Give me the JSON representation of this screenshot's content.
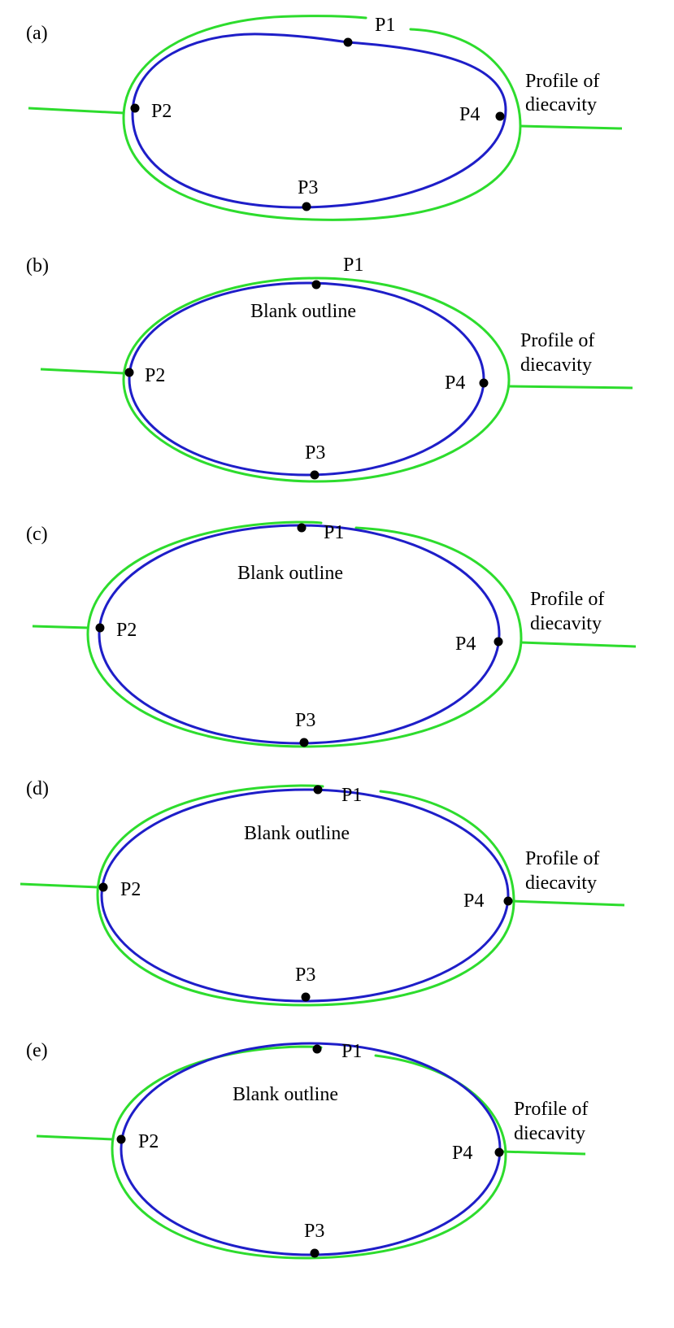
{
  "colors": {
    "die_profile": "#2ddc2d",
    "blank_outline": "#1e1ec8",
    "point": "#000000",
    "text": "#000000"
  },
  "panels": [
    {
      "id": "a",
      "label": "(a)",
      "blank_label": "",
      "profile_label": [
        "Profile of",
        "diecavity"
      ],
      "points": [
        "P1",
        "P2",
        "P3",
        "P4"
      ]
    },
    {
      "id": "b",
      "label": "(b)",
      "blank_label": "Blank outline",
      "profile_label": [
        "Profile of",
        "diecavity"
      ],
      "points": [
        "P1",
        "P2",
        "P3",
        "P4"
      ]
    },
    {
      "id": "c",
      "label": "(c)",
      "blank_label": "Blank outline",
      "profile_label": [
        "Profile of",
        "diecavity"
      ],
      "points": [
        "P1",
        "P2",
        "P3",
        "P4"
      ]
    },
    {
      "id": "d",
      "label": "(d)",
      "blank_label": "Blank outline",
      "profile_label": [
        "Profile of",
        "diecavity"
      ],
      "points": [
        "P1",
        "P2",
        "P3",
        "P4"
      ]
    },
    {
      "id": "e",
      "label": "(e)",
      "blank_label": "Blank outline",
      "profile_label": [
        "Profile of",
        "diecavity"
      ],
      "points": [
        "P1",
        "P2",
        "P3",
        "P4"
      ]
    }
  ]
}
